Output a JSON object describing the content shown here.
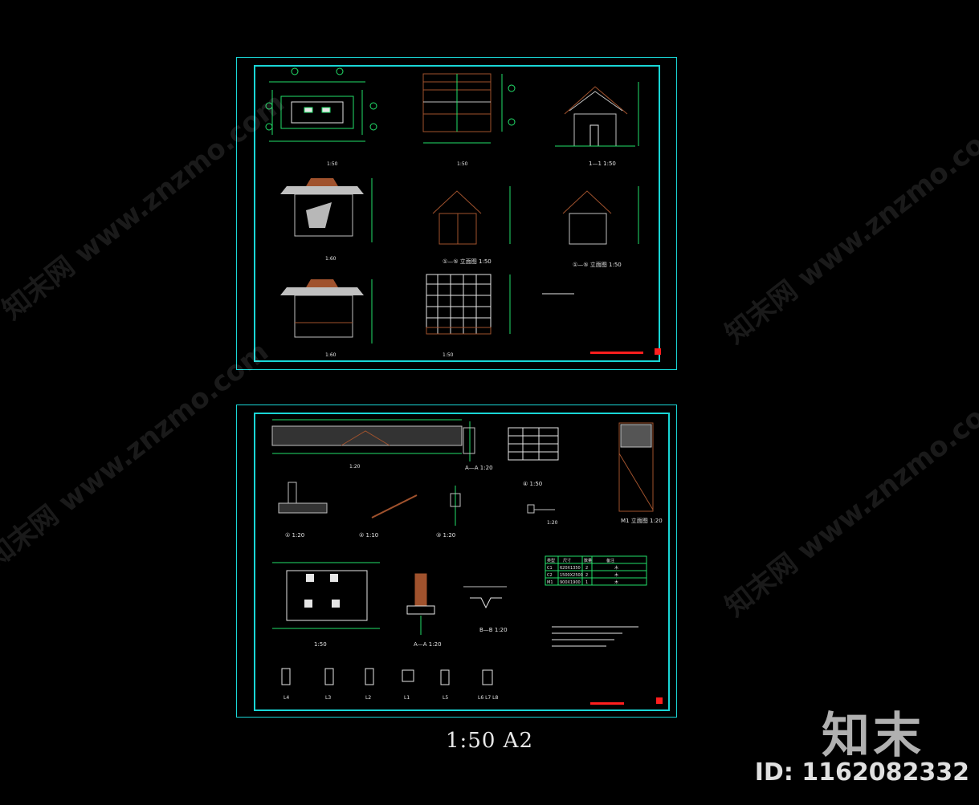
{
  "scale_label": "1:50 A2",
  "brand": "知末",
  "image_id": "ID: 1162082332",
  "watermark": "知末网 www.znzmo.com",
  "colors": {
    "background": "#000000",
    "frame": "#19d6d6",
    "lines": "#22e06a",
    "wood": "#a0522d",
    "roof": "#c0c0c0",
    "text": "#e6e6e6",
    "titleblock": "#ff1e1e"
  },
  "sheet1": {
    "view_titles": [
      "1:50",
      "1:50",
      "1—1 1:50",
      "1:60",
      "①—⑤ 立面图 1:50",
      "①—⑤ 立面图 1:50",
      "1:60",
      "1:50"
    ]
  },
  "sheet2": {
    "view_titles": [
      "1:20",
      "A—A 1:20",
      "④ 1:50",
      "M1 立面图 1:20",
      "① 1:20",
      "② 1:10",
      "③ 1:20",
      "1:20",
      "1:50",
      "A—A 1:20",
      "B—B 1:20"
    ],
    "door_table": {
      "headers": [
        "类型",
        "尺寸",
        "数量",
        "备注"
      ],
      "rows": [
        [
          "C1",
          "620X1350",
          "2",
          "木"
        ],
        [
          "C2",
          "1500X2500",
          "2",
          "木"
        ],
        [
          "M1",
          "900X1900",
          "1",
          "木"
        ]
      ]
    },
    "beam_labels": [
      "L4",
      "L3",
      "L2",
      "L1",
      "L5",
      "L6 L7 L8"
    ]
  }
}
